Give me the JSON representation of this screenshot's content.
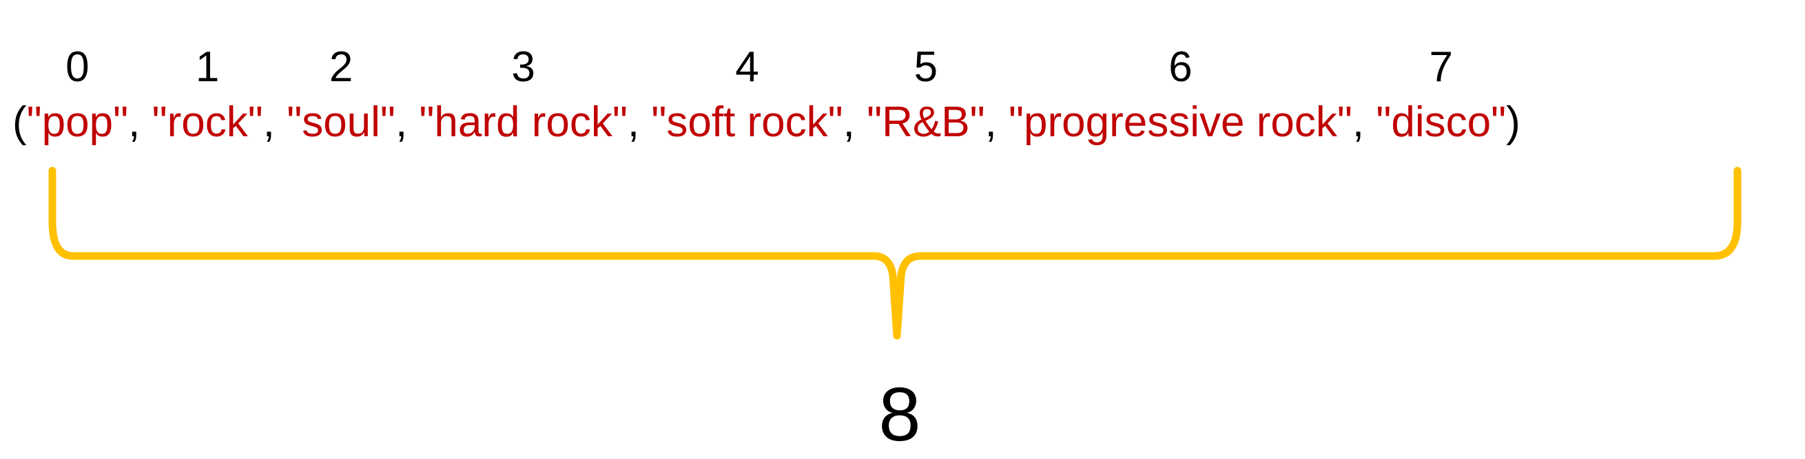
{
  "tuple": {
    "open_paren": "(",
    "close_paren": ")",
    "separator": ", ",
    "items": [
      {
        "index": "0",
        "value": "\"pop\""
      },
      {
        "index": "1",
        "value": "\"rock\""
      },
      {
        "index": "2",
        "value": "\"soul\""
      },
      {
        "index": "3",
        "value": "\"hard rock\""
      },
      {
        "index": "4",
        "value": "\"soft rock\""
      },
      {
        "index": "5",
        "value": "\"R&B\""
      },
      {
        "index": "6",
        "value": "\"progressive rock\""
      },
      {
        "index": "7",
        "value": "\"disco\""
      }
    ]
  },
  "length_label": "8",
  "colors": {
    "text": "#000000",
    "string": "#c00000",
    "brace": "#ffc000"
  }
}
